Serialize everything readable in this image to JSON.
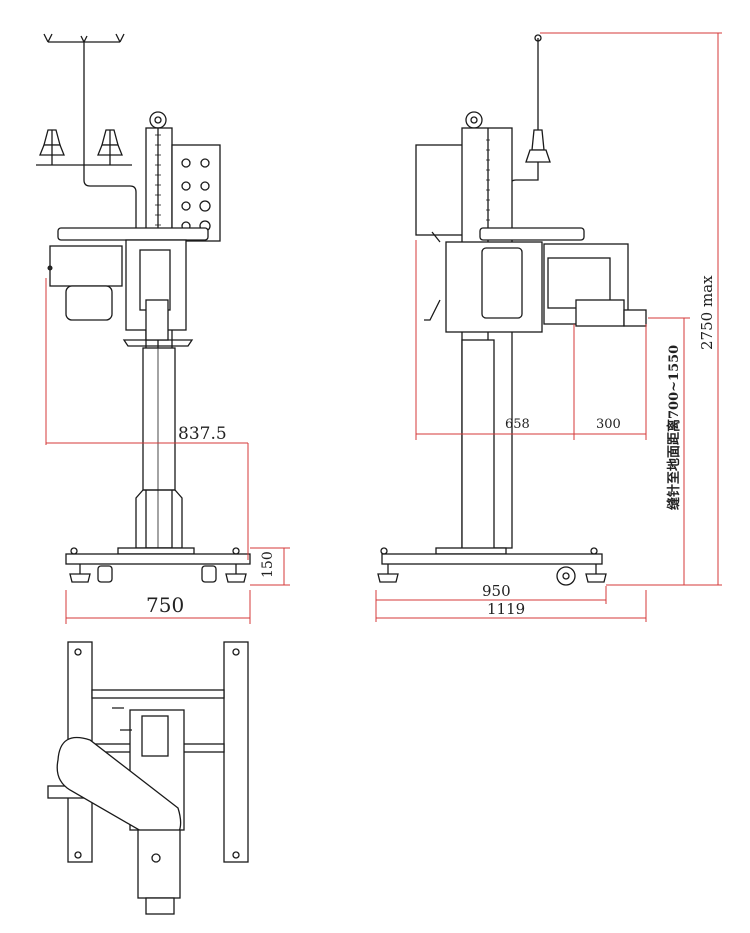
{
  "drawing": {
    "front_view": {
      "dim_arm_reach": "837.5",
      "dim_base_width": "750",
      "dim_base_height": "150"
    },
    "side_view": {
      "dim_head_depth": "658",
      "dim_head_offset": "300",
      "dim_base_inner": "950",
      "dim_base_total": "1119",
      "dim_max_height": "2750 max",
      "dim_needle_height": "缝针至地面距离700~1550"
    }
  },
  "colors": {
    "dimension_line": "#d43a3a",
    "outline": "#1a1a1a"
  }
}
